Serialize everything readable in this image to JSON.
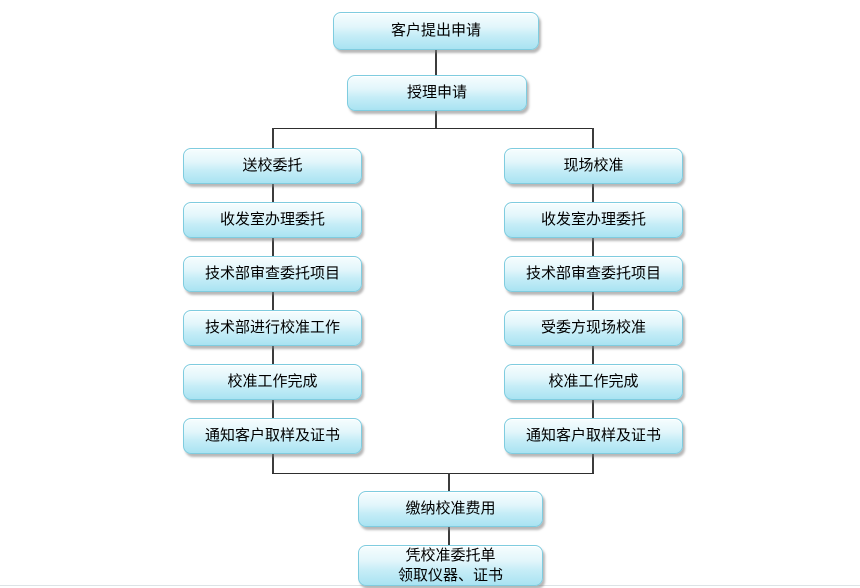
{
  "colors": {
    "box_border": "#7fccdf",
    "box_fill_top": "#f6fdfe",
    "box_fill_bottom": "#a9e3f2",
    "box_shadow": "#7d7d7d",
    "connector": "#3c3c3c",
    "background": "#ffffff"
  },
  "flowchart": {
    "top_nodes": [
      {
        "label": "客户提出申请"
      },
      {
        "label": "授理申请"
      }
    ],
    "left_branch": {
      "nodes": [
        {
          "label": "送校委托"
        },
        {
          "label": "收发室办理委托"
        },
        {
          "label": "技术部审查委托项目"
        },
        {
          "label": "技术部进行校准工作"
        },
        {
          "label": "校准工作完成"
        },
        {
          "label": "通知客户取样及证书"
        }
      ]
    },
    "right_branch": {
      "nodes": [
        {
          "label": "现场校准"
        },
        {
          "label": "收发室办理委托"
        },
        {
          "label": "技术部审查委托项目"
        },
        {
          "label": "受委方现场校准"
        },
        {
          "label": "校准工作完成"
        },
        {
          "label": "通知客户取样及证书"
        }
      ]
    },
    "bottom_nodes": [
      {
        "label": "缴纳校准费用"
      },
      {
        "label": "凭校准委托单\n领取仪器、证书"
      }
    ]
  }
}
